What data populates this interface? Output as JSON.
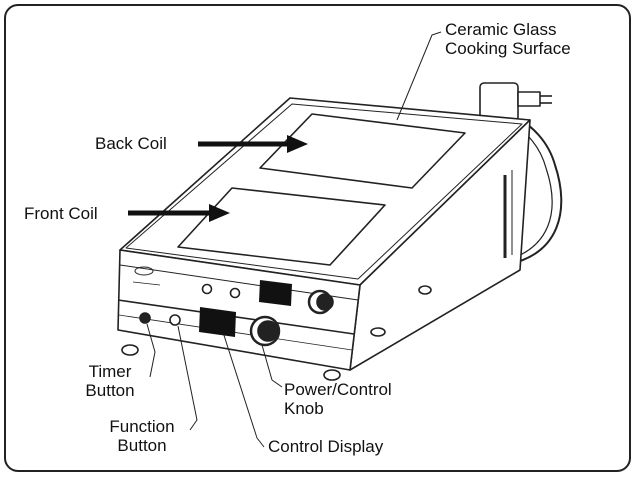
{
  "labels": {
    "ceramic_line1": "Ceramic Glass",
    "ceramic_line2": "Cooking Surface",
    "back_coil": "Back Coil",
    "front_coil": "Front Coil",
    "timer_line1": "Timer",
    "timer_line2": "Button",
    "function_line1": "Function",
    "function_line2": "Button",
    "power_line1": "Power/Control",
    "power_line2": "Knob",
    "control_display": "Control Display"
  },
  "colors": {
    "ink": "#111111",
    "display": "#111111",
    "panel": "#f7f7f7"
  }
}
